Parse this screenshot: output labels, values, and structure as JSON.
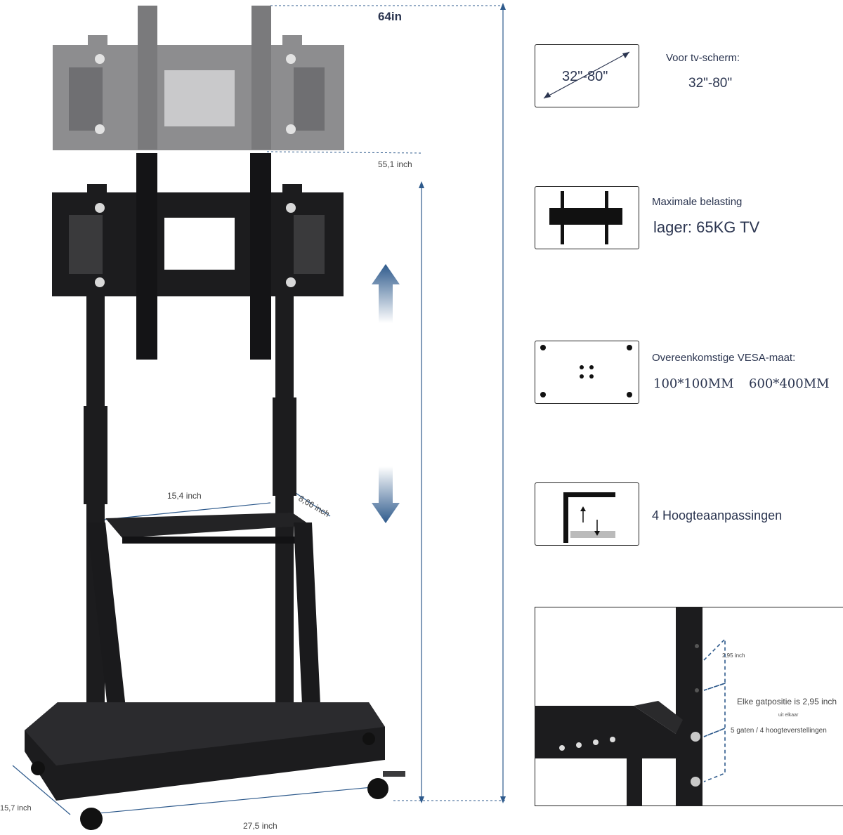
{
  "dimensions": {
    "total_height": "64in",
    "mount_height": "55,1 inch",
    "shelf_width": "15,4 inch",
    "shelf_depth": "8,66 inch",
    "base_depth": "15,7 inch",
    "base_width": "27,5 inch"
  },
  "features": {
    "screen": {
      "icon_text": "32\"-80\"",
      "label": "Voor tv-scherm:",
      "value": "32\"-80\""
    },
    "load": {
      "label": "Maximale belasting",
      "value": "lager: 65KG TV"
    },
    "vesa": {
      "label": "Overeenkomstige VESA-maat:",
      "value_small": "100*100MM",
      "value_large": "600*400MM"
    },
    "height": {
      "label": "4 Hoogteaanpassingen"
    }
  },
  "detail": {
    "spacing_label": "2,95 inch",
    "hole_text": "Elke gatpositie is 2,95 inch",
    "apart_text": "uit elkaar",
    "holes_text": "5 gaten / 4 hoogteverstellingen"
  },
  "colors": {
    "accent": "#2e5a8c",
    "frame_dark": "#1c1c1e",
    "frame_grey": "#8d8d8f"
  },
  "icons": [
    "screen-size-icon",
    "load-bracket-icon",
    "vesa-holes-icon",
    "height-adjust-icon",
    "arrow-up-icon",
    "arrow-down-icon"
  ]
}
